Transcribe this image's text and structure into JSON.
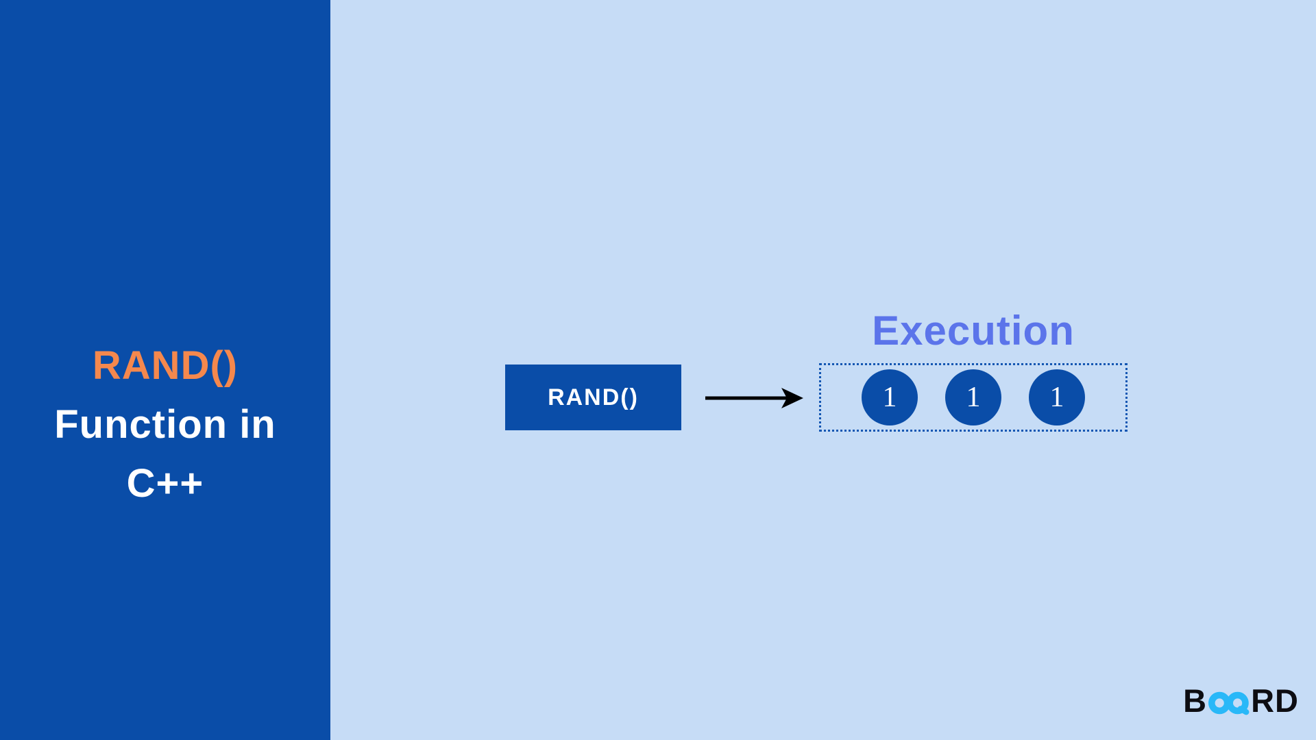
{
  "sidebar": {
    "heading": {
      "line1": "RAND()",
      "line2": "Function in",
      "line3": "C++"
    },
    "colors": {
      "background": "#0A4DA8",
      "accent_text": "#F5884D",
      "text": "#FFFFFF"
    }
  },
  "diagram": {
    "source_box": {
      "label": "RAND()"
    },
    "arrow_icon": "arrow-right-icon",
    "execution": {
      "title": "Execution",
      "title_color": "#5B74EA",
      "outputs": [
        "1",
        "1",
        "1"
      ],
      "circle_color": "#0A4DA8",
      "border_color": "#1356B2"
    }
  },
  "footer": {
    "logo": {
      "text_start": "B",
      "infinity_icon": "infinity-icon",
      "text_end": "RD",
      "infinity_color": "#29B8F8",
      "text_color": "#0D0D12"
    }
  },
  "canvas": {
    "background": "#C6DCF6"
  }
}
